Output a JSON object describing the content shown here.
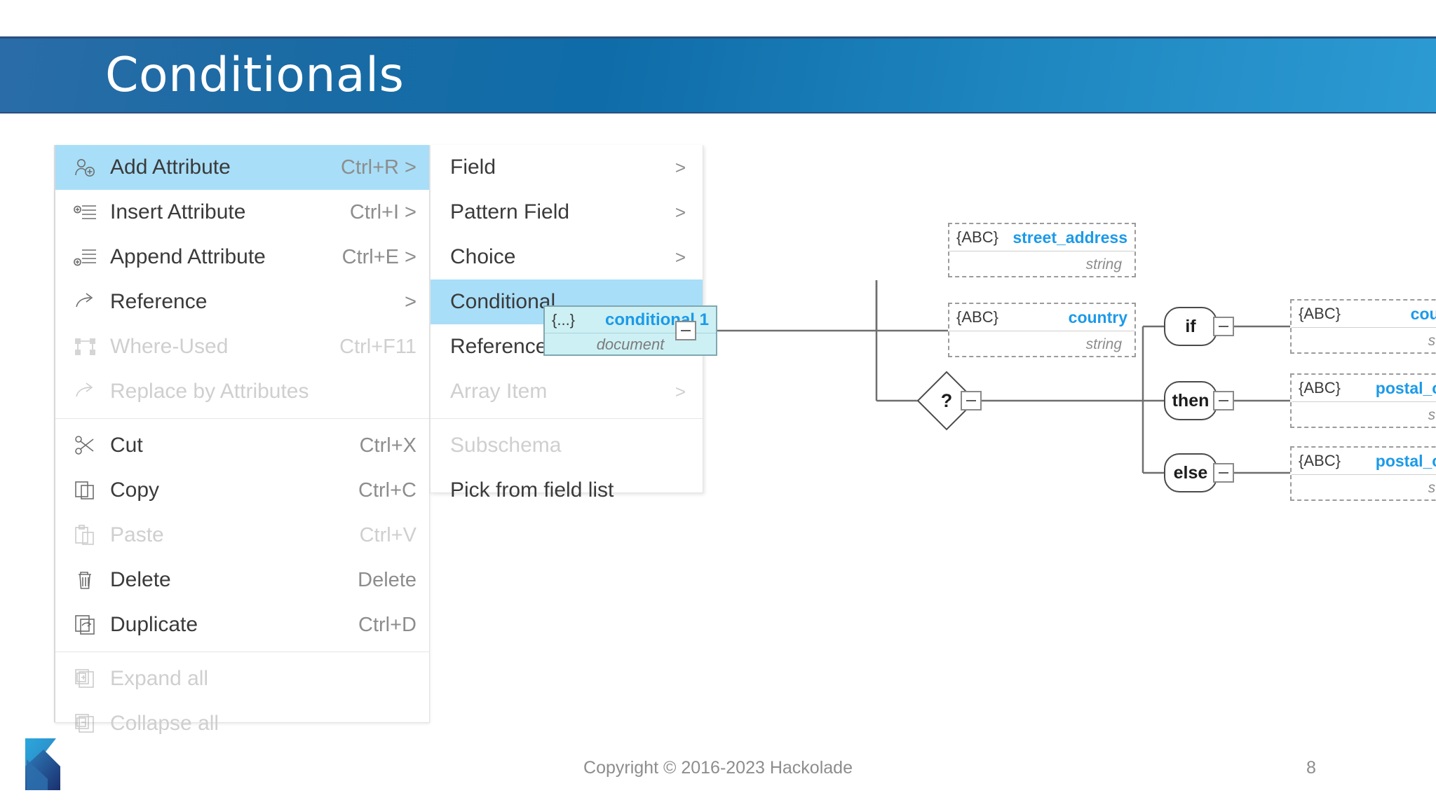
{
  "slide": {
    "title": "Conditionals",
    "footer_copyright": "Copyright © 2016-2023 Hackolade",
    "page_number": "8",
    "brand_colors": {
      "banner_left": "#1c6ba4",
      "banner_right": "#2c9ad3",
      "selection": "#a8def8",
      "field_name": "#1c9ae8",
      "conditional_fill": "#cdf0f4"
    }
  },
  "context_menu": {
    "items": [
      {
        "icon": "add-attribute-icon",
        "label": "Add Attribute",
        "shortcut": "Ctrl+R >",
        "selected": true,
        "disabled": false
      },
      {
        "icon": "insert-attribute-icon",
        "label": "Insert Attribute",
        "shortcut": "Ctrl+I >",
        "selected": false,
        "disabled": false
      },
      {
        "icon": "append-attribute-icon",
        "label": "Append Attribute",
        "shortcut": "Ctrl+E >",
        "selected": false,
        "disabled": false
      },
      {
        "icon": "reference-arrow-icon",
        "label": "Reference",
        "shortcut": ">",
        "selected": false,
        "disabled": false
      },
      {
        "icon": "where-used-icon",
        "label": "Where-Used",
        "shortcut": "Ctrl+F11",
        "selected": false,
        "disabled": true
      },
      {
        "icon": "replace-arrow-icon",
        "label": "Replace by Attributes",
        "shortcut": "",
        "selected": false,
        "disabled": true
      },
      {
        "separator": true
      },
      {
        "icon": "cut-scissors-icon",
        "label": "Cut",
        "shortcut": "Ctrl+X",
        "selected": false,
        "disabled": false
      },
      {
        "icon": "copy-pages-icon",
        "label": "Copy",
        "shortcut": "Ctrl+C",
        "selected": false,
        "disabled": false
      },
      {
        "icon": "paste-clipboard-icon",
        "label": "Paste",
        "shortcut": "Ctrl+V",
        "selected": false,
        "disabled": true
      },
      {
        "icon": "delete-trash-icon",
        "label": "Delete",
        "shortcut": "Delete",
        "selected": false,
        "disabled": false
      },
      {
        "icon": "duplicate-page-icon",
        "label": "Duplicate",
        "shortcut": "Ctrl+D",
        "selected": false,
        "disabled": false
      },
      {
        "separator": true
      },
      {
        "icon": "expand-all-plus-icon",
        "label": "Expand all",
        "shortcut": "",
        "selected": false,
        "disabled": true
      },
      {
        "icon": "collapse-all-minus-icon",
        "label": "Collapse all",
        "shortcut": "",
        "selected": false,
        "disabled": true
      }
    ]
  },
  "sub_menu": {
    "items": [
      {
        "label": "Field",
        "arrow": ">",
        "selected": false,
        "disabled": false
      },
      {
        "label": "Pattern Field",
        "arrow": ">",
        "selected": false,
        "disabled": false
      },
      {
        "label": "Choice",
        "arrow": ">",
        "selected": false,
        "disabled": false
      },
      {
        "label": "Conditional",
        "arrow": "",
        "selected": true,
        "disabled": false
      },
      {
        "label": "Reference",
        "arrow": ">",
        "selected": false,
        "disabled": false
      },
      {
        "label": "Array Item",
        "arrow": ">",
        "selected": false,
        "disabled": true
      },
      {
        "separator": true
      },
      {
        "label": "Subschema",
        "arrow": "",
        "selected": false,
        "disabled": true
      },
      {
        "label": "Pick from field list",
        "arrow": "",
        "selected": false,
        "disabled": false
      }
    ]
  },
  "diagram": {
    "root": {
      "bracket": "{...}",
      "name": "conditional 1",
      "type": "document"
    },
    "children": [
      {
        "abc": "{ABC}",
        "name": "street_address",
        "type": "string"
      },
      {
        "abc": "{ABC}",
        "name": "country",
        "type": "string"
      }
    ],
    "condition_marker": "?",
    "branches": [
      {
        "keyword": "if",
        "abc": "{ABC}",
        "name": "country",
        "type": "string"
      },
      {
        "keyword": "then",
        "abc": "{ABC}",
        "name": "postal_code",
        "type": "string"
      },
      {
        "keyword": "else",
        "abc": "{ABC}",
        "name": "postal_code",
        "type": "string"
      }
    ]
  }
}
